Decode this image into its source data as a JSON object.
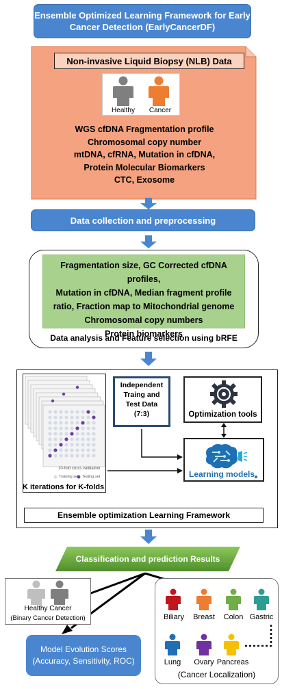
{
  "title": {
    "line1": "Ensemble Optimized Learning Framework for Early",
    "line2": "Cancer Detection (EarlyCancerDF)"
  },
  "nlb": {
    "heading": "Non-invasive Liquid Biopsy (NLB) Data",
    "healthy_label": "Healthy",
    "cancer_label": "Cancer",
    "lines": [
      "WGS cfDNA Fragmentation profile",
      "Chromosomal copy number",
      "mtDNA, cfRNA, Mutation in cfDNA,",
      "Protein Molecular Biomarkers",
      "CTC, Exosome"
    ]
  },
  "collection": {
    "label": "Data collection and preprocessing"
  },
  "features": {
    "lines": [
      "Fragmentation size, GC Corrected cfDNA profiles,",
      "Mutation in cfDNA,  Median fragment profile",
      "ratio, Fraction map to Mitochondrial genome",
      "Chromosomal copy numbers",
      "Protein biomarkers"
    ],
    "caption": "Data analysis and Feature selection using bRFE"
  },
  "framework": {
    "kfold_caption": "K iterations for K-folds",
    "kfold_sub": "10-fold cross validation",
    "training_legend": "Training set",
    "testing_legend": "Testing set",
    "independent_lines": [
      "Independent",
      "Traing and",
      "Test Data",
      "(7:3)"
    ],
    "optimization_label": "Optimization tools",
    "learning_label": "Learning models",
    "caption": "Ensemble optimization Learning Framework"
  },
  "results": {
    "label": "Classification and prediction Results"
  },
  "binary": {
    "healthy": "Healthy",
    "cancer": "Cancer",
    "caption": "(Binary Cancer Detection)"
  },
  "scores": {
    "line1": "Model Evolution Scores",
    "line2": "(Accuracy, Sensitivity, ROC)"
  },
  "localization": {
    "row1": [
      {
        "name": "Biliary",
        "color": "#c0171d"
      },
      {
        "name": "Breast",
        "color": "#ed7d31"
      },
      {
        "name": "Colon",
        "color": "#70ad47"
      },
      {
        "name": "Gastric",
        "color": "#2e9e94"
      }
    ],
    "row2": [
      {
        "name": "Lung",
        "color": "#1f6fb5"
      },
      {
        "name": "Ovary",
        "color": "#7030a0"
      },
      {
        "name": "Pancreas",
        "color": "#f5c000"
      }
    ],
    "caption": "(Cancer Localization)"
  },
  "colors": {
    "blue": "#4a86cf",
    "salmon": "#f4a27f",
    "green": "#a9d18e",
    "green_banner": "#6aab3c",
    "arrow": "#4a86cf"
  }
}
